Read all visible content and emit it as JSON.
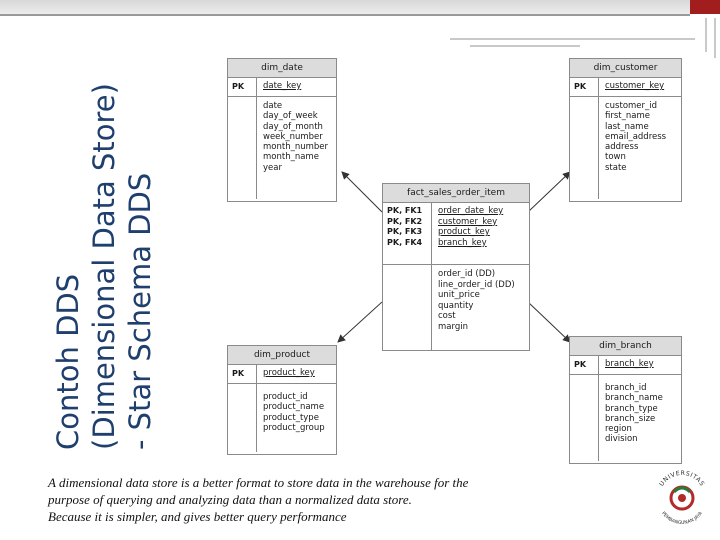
{
  "title": {
    "lines": [
      "Contoh DDS",
      "(Dimensional Data Store)",
      "- Star Schema DDS"
    ]
  },
  "tables": {
    "dim_date": {
      "name": "dim_date",
      "pk_label": "PK",
      "pk": "date_key",
      "columns": [
        "date",
        "day_of_week",
        "day_of_month",
        "week_number",
        "month_number",
        "month_name",
        "year"
      ]
    },
    "dim_customer": {
      "name": "dim_customer",
      "pk_label": "PK",
      "pk": "customer_key",
      "columns": [
        "customer_id",
        "first_name",
        "last_name",
        "email_address",
        "address",
        "town",
        "state"
      ]
    },
    "fact": {
      "name": "fact_sales_order_item",
      "key_labels": [
        "PK, FK1",
        "PK, FK2",
        "PK, FK3",
        "PK, FK4"
      ],
      "keys": [
        "order_date_key",
        "customer_key",
        "product_key",
        "branch_key"
      ],
      "measures": [
        "order_id (DD)",
        "line_order_id (DD)",
        "unit_price",
        "quantity",
        "cost",
        "margin"
      ]
    },
    "dim_product": {
      "name": "dim_product",
      "pk_label": "PK",
      "pk": "product_key",
      "columns": [
        "product_id",
        "product_name",
        "product_type",
        "product_group"
      ]
    },
    "dim_branch": {
      "name": "dim_branch",
      "pk_label": "PK",
      "pk": "branch_key",
      "columns": [
        "branch_id",
        "branch_name",
        "branch_type",
        "branch_size",
        "region",
        "division"
      ]
    }
  },
  "caption": {
    "line1": "A dimensional data store is a better format to store data in the warehouse for the",
    "line2": "purpose of querying and analyzing data than a normalized data store.",
    "line3": "Because it is simpler, and gives better query performance"
  },
  "logo": {
    "text_top": "UNIVERSITAS",
    "text_bottom": "PEMBANGUNAN JAYA"
  },
  "colors": {
    "title": "#1f3f6e",
    "header_fill": "#dcdcdc",
    "accent_red": "#a21e1e"
  }
}
